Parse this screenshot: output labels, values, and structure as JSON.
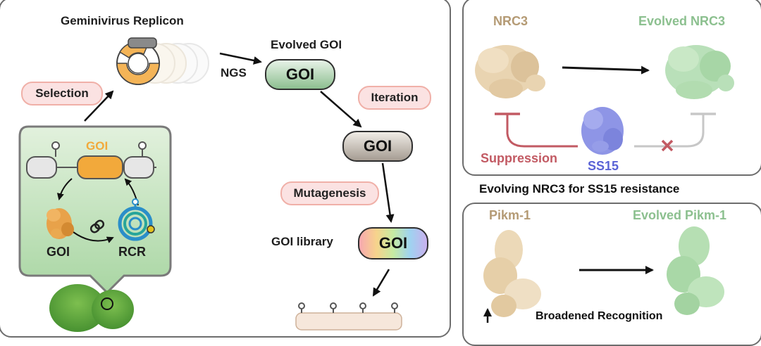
{
  "left_panel": {
    "replicon_label": "Geminivirus Replicon",
    "selection_label": "Selection",
    "evolved_goi_label": "Evolved GOI",
    "ngs_label": "NGS",
    "goi_evolved": "GOI",
    "iteration_label": "Iteration",
    "goi_iter": "GOI",
    "mutagenesis_label": "Mutagenesis",
    "goi_library_label": "GOI library",
    "goi_library": "GOI",
    "inset": {
      "goi_construct_label": "GOI",
      "goi_protein_label": "GOI",
      "rcr_label": "RCR"
    }
  },
  "top_right_panel": {
    "nrc3_label": "NRC3",
    "evolved_nrc3_label": "Evolved NRC3",
    "suppression_label": "Suppression",
    "ss15_label": "SS15",
    "caption": "Evolving NRC3 for SS15 resistance"
  },
  "bottom_right_panel": {
    "pikm_label": "Pikm-1",
    "evolved_pikm_label": "Evolved Pikm-1",
    "broadened_label": "Broadened Recognition"
  },
  "colors": {
    "panel_border": "#6d6d6d",
    "goi_orange": "#f2a93b",
    "evolved_green": "#8cc08f",
    "nrc3_tan": "#b49a74",
    "suppression_red": "#c25a63",
    "ss15_blue": "#5a63d6",
    "inset_green": "#a6d3a0"
  }
}
